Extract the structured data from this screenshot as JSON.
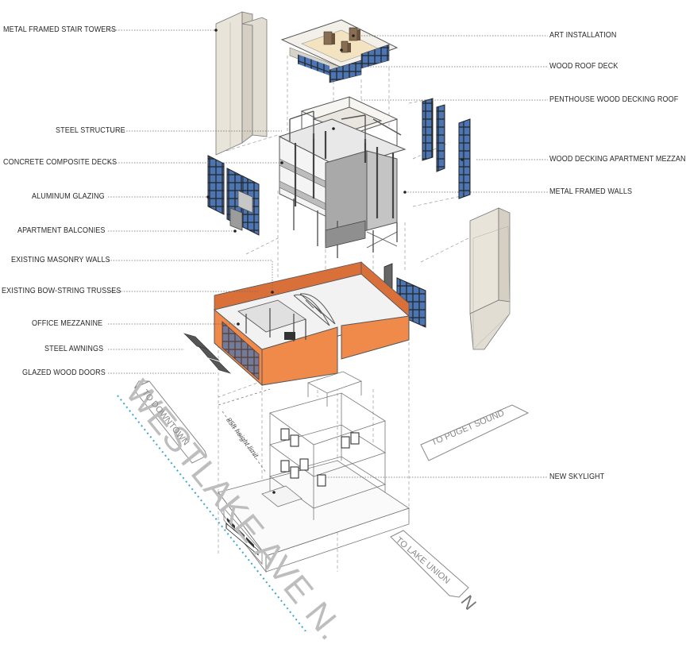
{
  "labels_left": [
    "METAL FRAMED STAIR TOWERS",
    "STEEL STRUCTURE",
    "CONCRETE COMPOSITE DECKS",
    "ALUMINUM GLAZING",
    "APARTMENT BALCONIES",
    "EXISTING MASONRY WALLS",
    "EXISTING BOW-STRING TRUSSES",
    "OFFICE MEZZANINE",
    "STEEL AWNINGS",
    "GLAZED WOOD DOORS"
  ],
  "labels_right": [
    "ART INSTALLATION",
    "WOOD ROOF DECK",
    "PENTHOUSE WOOD DECKING ROOF",
    "WOOD DECKING APARTMENT MEZZANINES",
    "METAL FRAMED WALLS",
    "NEW SKYLIGHT"
  ],
  "street": {
    "name": "WESTLAKE AVE N.",
    "north": "N",
    "to_downtown": "TO DOWNTOWN",
    "to_puget_sound": "TO PUGET SOUND",
    "to_lake_union": "TO LAKE UNION",
    "height_limit": "85ft height limit"
  },
  "colors": {
    "masonry_orange": "#F08A4B",
    "masonry_dark": "#D9703A",
    "concrete_grey": "#A9A9A9",
    "wall_light": "#E4DFD6",
    "roof_deck": "#F3E3C0",
    "glazing_blue": "#3F6FB0",
    "street_line": "#3AA6D6",
    "leader": "#555555"
  }
}
